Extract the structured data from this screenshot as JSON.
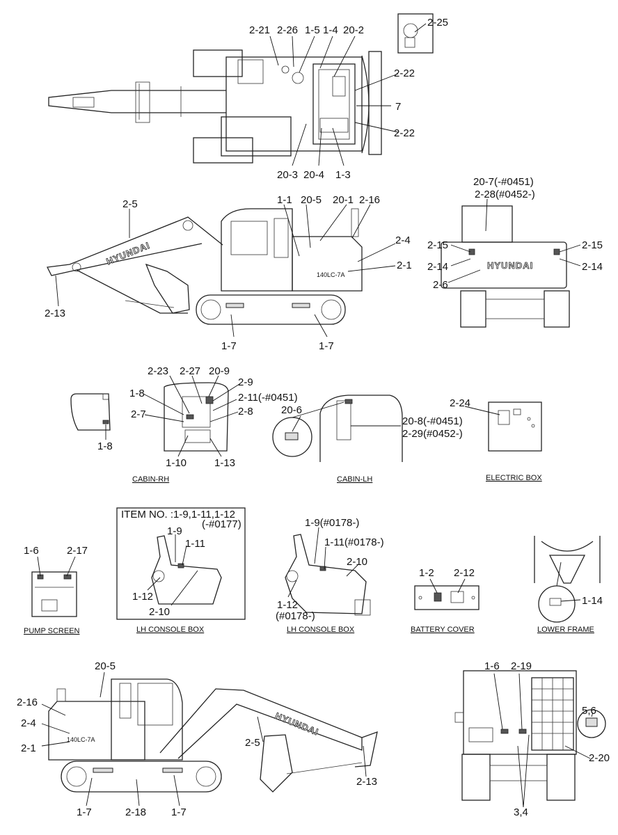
{
  "views": {
    "top": {
      "labels": [
        "2-21",
        "2-26",
        "1-5",
        "1-4",
        "20-2",
        "2-25",
        "2-22",
        "7",
        "2-22",
        "20-3",
        "20-4",
        "1-3"
      ]
    },
    "side_left": {
      "labels": [
        "2-5",
        "1-1",
        "20-5",
        "20-1",
        "2-16",
        "2-4",
        "2-1",
        "2-13",
        "1-7",
        "1-7"
      ],
      "logo": "HYUNDAI",
      "model": "140LC-7A"
    },
    "rear": {
      "labels": [
        "20-7(-#0451)",
        "2-28(#0452-)",
        "2-15",
        "2-15",
        "2-14",
        "2-14",
        "2-6"
      ],
      "logo": "HYUNDAI"
    },
    "cabin_rh": {
      "caption": "CABIN-RH",
      "labels": [
        "2-23",
        "2-27",
        "20-9",
        "2-9",
        "1-8",
        "2-11(-#0451)",
        "2-7",
        "2-8",
        "1-8",
        "1-10",
        "1-13"
      ]
    },
    "cabin_lh": {
      "caption": "CABIN-LH",
      "labels": [
        "20-6",
        "20-8(-#0451)",
        "2-29(#0452-)"
      ]
    },
    "electric_box": {
      "caption": "ELECTRIC BOX",
      "labels": [
        "2-24"
      ]
    },
    "pump_screen": {
      "caption": "PUMP SCREEN",
      "labels": [
        "1-6",
        "2-17"
      ]
    },
    "lh_console_box_1": {
      "caption": "LH CONSOLE BOX",
      "item_line1": "ITEM NO. :1-9,1-11,1-12",
      "item_line2": "(-#0177)",
      "labels": [
        "1-9",
        "1-11",
        "1-12",
        "2-10"
      ]
    },
    "lh_console_box_2": {
      "caption": "LH CONSOLE BOX",
      "labels": [
        "1-9(#0178-)",
        "1-11(#0178-)",
        "2-10",
        "1-12",
        "(#0178-)"
      ]
    },
    "battery_cover": {
      "caption": "BATTERY COVER",
      "labels": [
        "1-2",
        "2-12"
      ]
    },
    "lower_frame": {
      "caption": "LOWER FRAME",
      "labels": [
        "1-14"
      ]
    },
    "side_right": {
      "labels": [
        "20-5",
        "2-16",
        "2-4",
        "2-1",
        "2-5",
        "2-13",
        "1-7",
        "2-18",
        "1-7"
      ],
      "logo": "HYUNDAI",
      "model": "140LC-7A"
    },
    "front": {
      "labels": [
        "1-6",
        "2-19",
        "5,6",
        "2-20",
        "3,4"
      ]
    }
  }
}
